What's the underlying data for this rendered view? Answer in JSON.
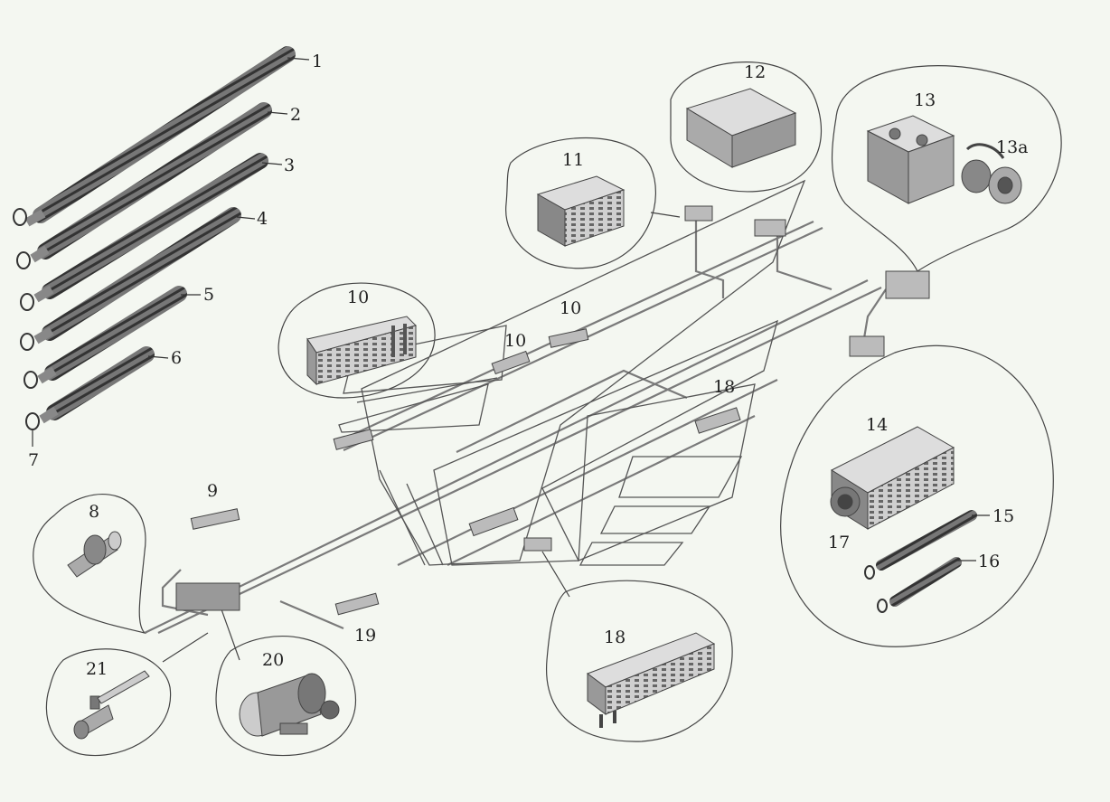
{
  "colors": {
    "background": "#f4f7f1",
    "line": "#4a4a4a",
    "part_dark": "#5c5c5c",
    "part_light": "#c9c9c9",
    "pipe": "#8a8a8a"
  },
  "callouts": {
    "c1": "1",
    "c2": "2",
    "c3": "3",
    "c4": "4",
    "c5": "5",
    "c6": "6",
    "c7": "7",
    "c8": "8",
    "c9": "9",
    "c10a": "10",
    "c10b": "10",
    "c10c": "10",
    "c11": "11",
    "c12": "12",
    "c13": "13",
    "c13a": "13a",
    "c14": "14",
    "c15": "15",
    "c16": "16",
    "c17": "17",
    "c18a": "18",
    "c18b": "18",
    "c19": "19",
    "c20": "20",
    "c21": "21"
  }
}
